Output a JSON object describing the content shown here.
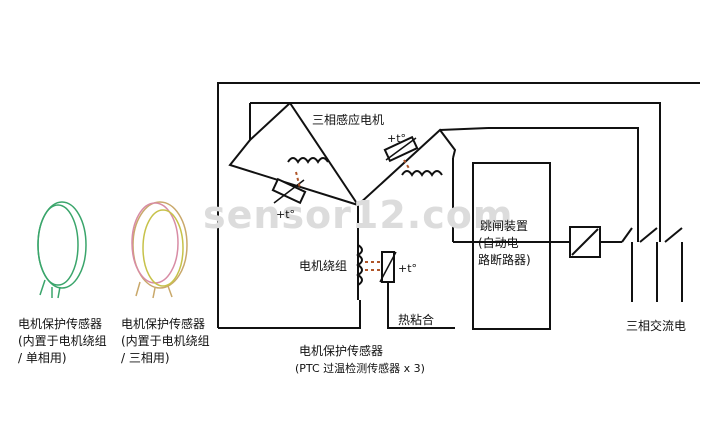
{
  "watermark": "sensor12.com",
  "labels": {
    "motor": "三相感应电机",
    "winding": "电机绕组",
    "thermal_glue": "热粘合",
    "trip_device": "跳闸装置",
    "trip_device_sub1": "(自动电",
    "trip_device_sub2": "路断路器)",
    "three_phase_ac": "三相交流电",
    "motor_sensor": "电机保护传感器",
    "motor_sensor_sub": "(PTC 过温检测传感器 x 3)",
    "ptc_mark": "+t°"
  },
  "products": [
    {
      "title": "电机保护传感器",
      "line2": "(内置于电机绕组",
      "line3": "/ 单相用)",
      "wire_color": "#3aa56b"
    },
    {
      "title": "电机保护传感器",
      "line2": "(内置于电机绕组",
      "line3": "/ 三相用)",
      "wire_color": "#c9a86a"
    }
  ],
  "colors": {
    "line": "#111111",
    "thermal_link": "#b0562a",
    "wire_green": "#3aa56b",
    "wire_pink": "#d88ca5",
    "wire_tan": "#c9a86a"
  }
}
